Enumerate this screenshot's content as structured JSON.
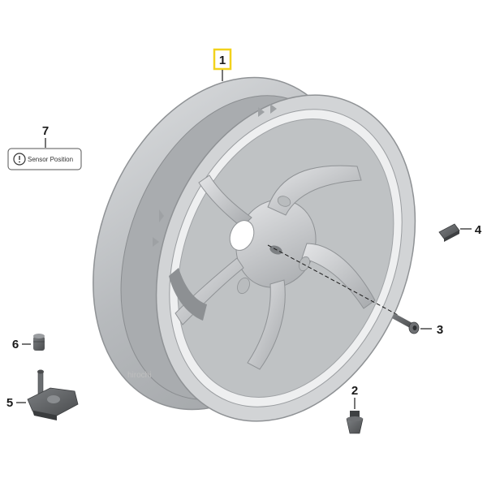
{
  "callouts": {
    "part1": "1",
    "part2": "2",
    "part3": "3",
    "part4": "4",
    "part5": "5",
    "part6": "6",
    "part7": "7"
  },
  "sensor_label": {
    "text": "Sensor Position",
    "icon": "tire-pressure-icon"
  },
  "watermark": "hirochi",
  "colors": {
    "wheel": "#c7c9cb",
    "wheel_dark": "#8e9194",
    "highlight_box": "#f2d21c",
    "callout_text": "#1a1a1a"
  }
}
